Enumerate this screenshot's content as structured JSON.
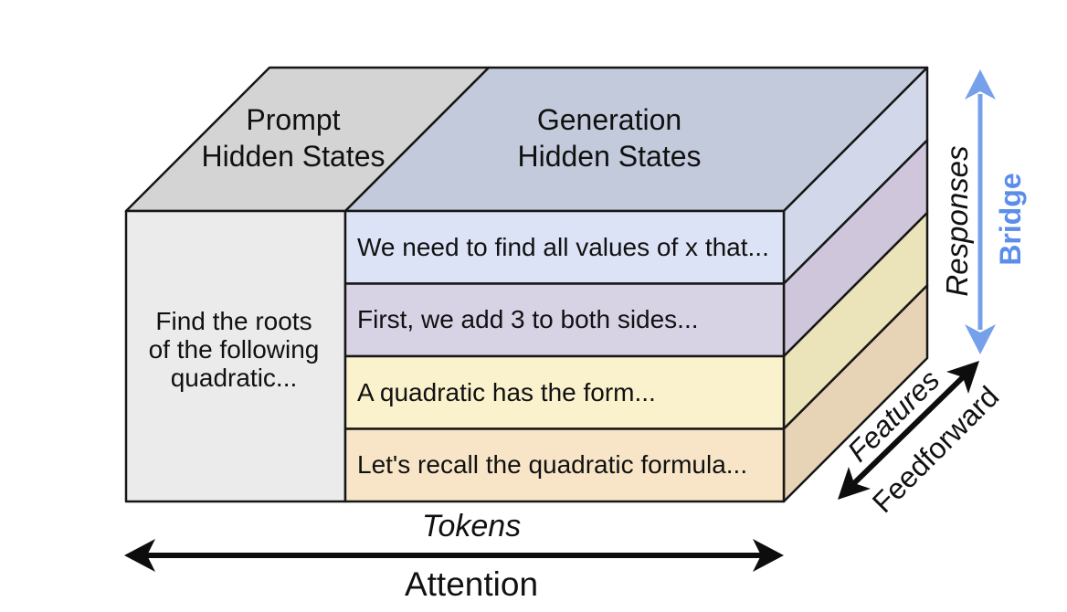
{
  "figure": {
    "top_faces": {
      "prompt_label": "Prompt\nHidden States",
      "generation_label": "Generation\nHidden States"
    },
    "prompt_front": {
      "text": "Find the roots\nof the following\nquadratic..."
    },
    "generation_rows": [
      {
        "text": "We need to find all values of x that..."
      },
      {
        "text": "First, we add 3 to both sides..."
      },
      {
        "text": "A quadratic has the form..."
      },
      {
        "text": "Let's recall the quadratic formula..."
      }
    ],
    "axis_labels": {
      "tokens": "Tokens",
      "attention": "Attention",
      "responses": "Responses",
      "bridge": "Bridge",
      "features": "Features",
      "feedforward": "Feedforward"
    }
  },
  "colors": {
    "outline": "#161616",
    "text": "#111111",
    "prompt_top": "#d4d4d4",
    "generation_top": "#c3cadb",
    "prompt_front": "#ebebeb",
    "row1_front": "#dde3f6",
    "row2_front": "#d8d2e5",
    "row3_front": "#faf2cc",
    "row4_front": "#f8e5c7",
    "row1_side": "#d2d8ea",
    "row2_side": "#cfc6dc",
    "row3_side": "#ebe3ba",
    "row4_side": "#e7d3b6",
    "arrow_black": "#0d0d0d",
    "arrow_blue": "#76a1ea",
    "bridge_text": "#5b8deb"
  }
}
